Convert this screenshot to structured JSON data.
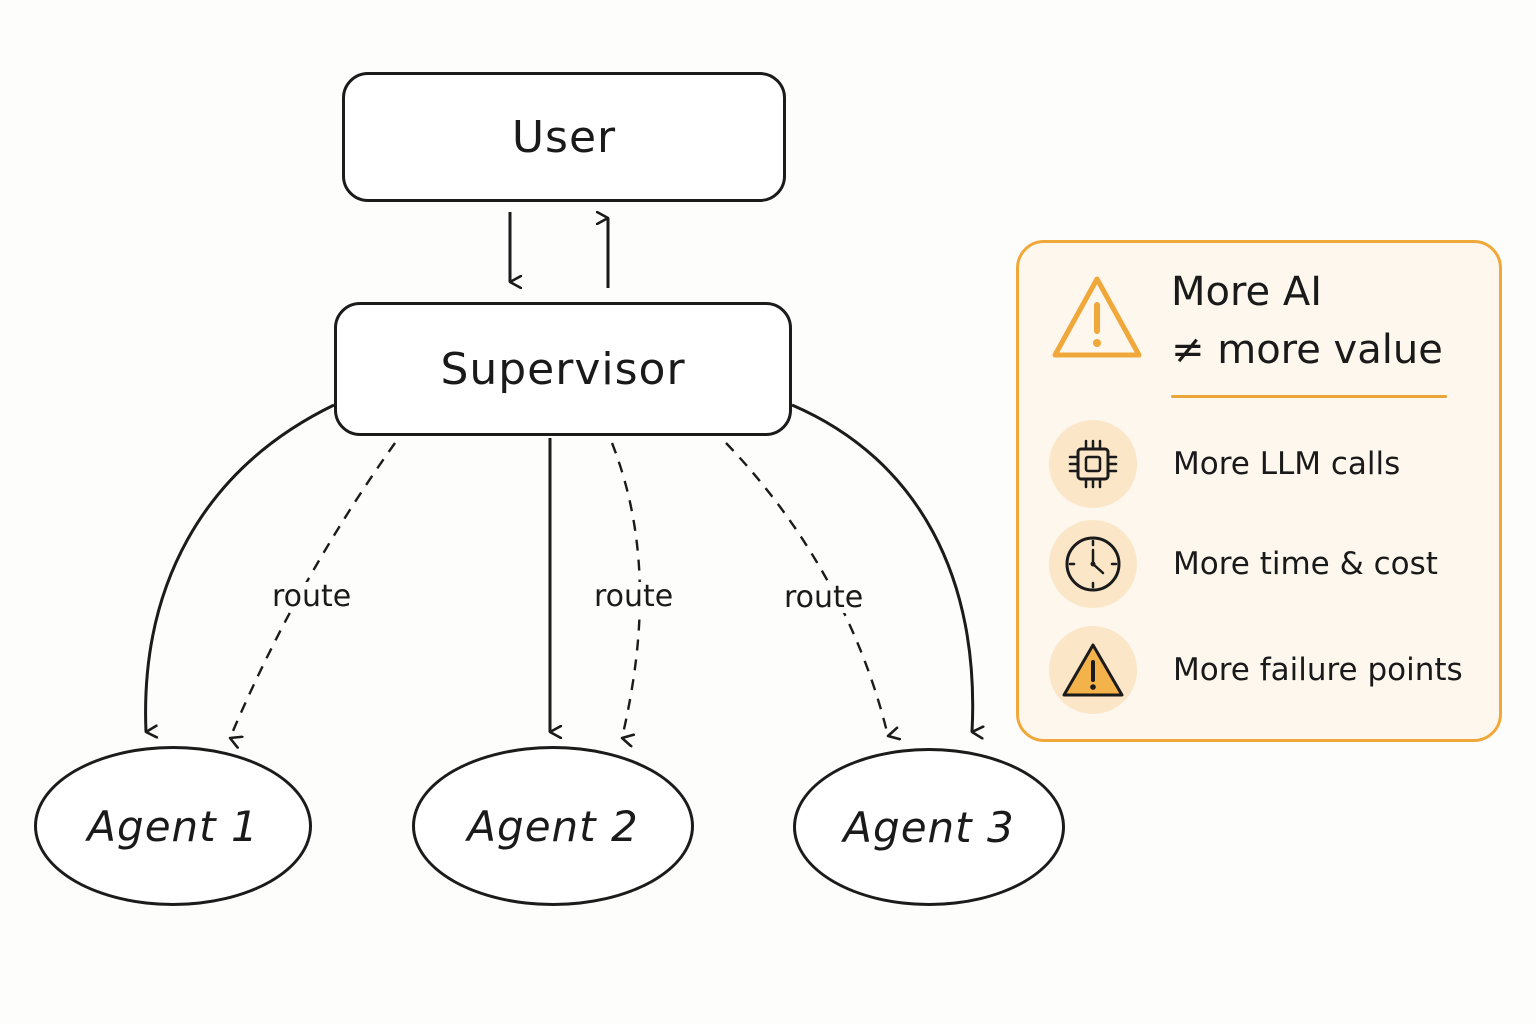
{
  "nodes": {
    "user": "User",
    "supervisor": "Supervisor",
    "agents": [
      "Agent 1",
      "Agent 2",
      "Agent 3"
    ]
  },
  "edges": {
    "route_label": "route"
  },
  "callout": {
    "title_line1": "More AI",
    "title_line2": "≠ more value",
    "items": [
      {
        "icon": "cpu-chip-icon",
        "label": "More LLM calls"
      },
      {
        "icon": "clock-icon",
        "label": "More time & cost"
      },
      {
        "icon": "warning-triangle-icon",
        "label": "More failure points"
      }
    ]
  },
  "colors": {
    "ink": "#1b1b1b",
    "accent": "#f0a83a",
    "callout_fill": "#fdf7ee",
    "icon_bg": "#fbe6c8"
  }
}
